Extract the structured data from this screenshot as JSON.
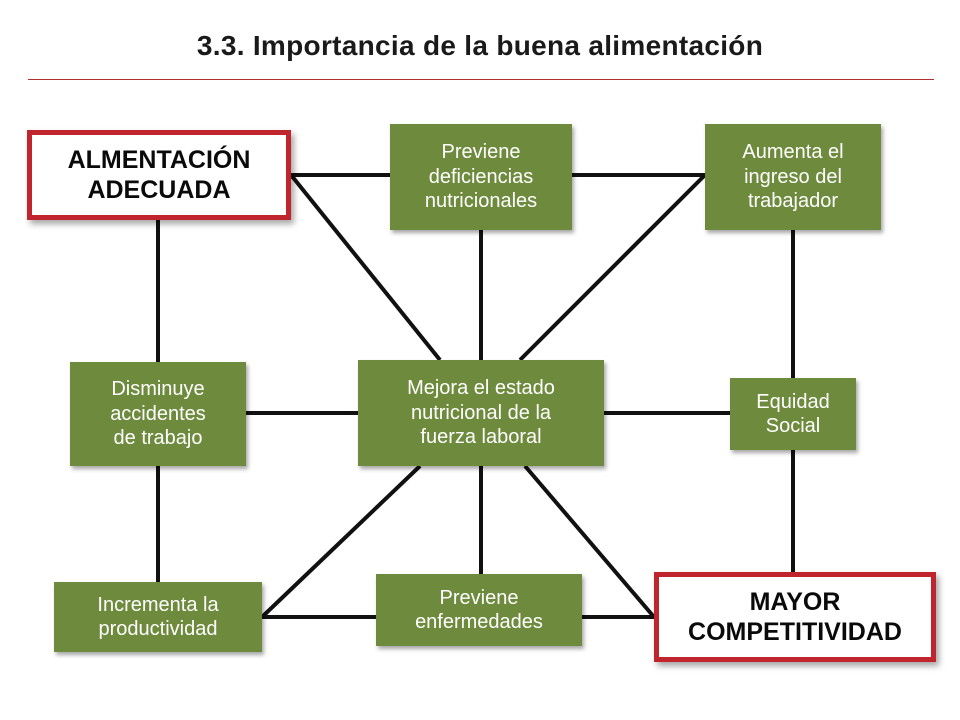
{
  "title": "3.3.  Importancia de la buena alimentación",
  "colors": {
    "node_fill": "#6e8b3d",
    "node_text": "#ffffff",
    "key_border": "#c0242c",
    "connector": "#111111",
    "title_rule": "#b03030"
  },
  "nodes": {
    "alimentacion": "ALMENTACIÓN\nADECUADA",
    "deficiencias": "Previene\ndeficiencias\nnutricionales",
    "ingreso": "Aumenta el\ningreso del\ntrabajador",
    "accidentes": "Disminuye\naccidentes\nde trabajo",
    "estado": "Mejora el estado\nnutricional de la\nfuerza laboral",
    "equidad": "Equidad\nSocial",
    "productividad": "Incrementa la\nproductividad",
    "enfermedades": "Previene\nenfermedades",
    "competitividad": "MAYOR\nCOMPETITIVIDAD"
  },
  "connections": [
    [
      "alimentacion",
      "deficiencias"
    ],
    [
      "deficiencias",
      "ingreso"
    ],
    [
      "alimentacion",
      "estado"
    ],
    [
      "ingreso",
      "estado"
    ],
    [
      "deficiencias",
      "estado"
    ],
    [
      "alimentacion",
      "accidentes"
    ],
    [
      "accidentes",
      "estado"
    ],
    [
      "estado",
      "equidad"
    ],
    [
      "ingreso",
      "equidad"
    ],
    [
      "accidentes",
      "productividad"
    ],
    [
      "estado",
      "productividad"
    ],
    [
      "estado",
      "enfermedades"
    ],
    [
      "estado",
      "competitividad"
    ],
    [
      "equidad",
      "competitividad"
    ],
    [
      "productividad",
      "enfermedades"
    ],
    [
      "enfermedades",
      "competitividad"
    ]
  ]
}
